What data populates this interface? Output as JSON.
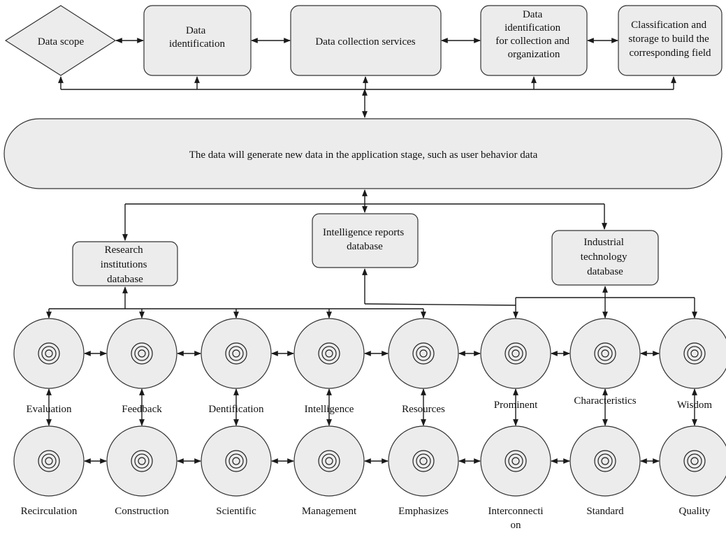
{
  "top_row": {
    "data_scope": "Data scope",
    "data_identification": [
      "Data",
      "identification"
    ],
    "data_collection_services": "Data collection services",
    "collection_organization": [
      "Data",
      "identification",
      "for collection and",
      "organization"
    ],
    "classification_storage": [
      "Classification and",
      "storage to build the",
      "corresponding field"
    ]
  },
  "application_stage": "The data will generate new data in the application stage, such as user behavior data",
  "databases": {
    "research": [
      "Research",
      "institutions",
      "database"
    ],
    "intelligence": [
      "Intelligence reports",
      "database"
    ],
    "industrial": [
      "Industrial",
      "technology",
      "database"
    ]
  },
  "row1_labels": [
    "Evaluation",
    "Feedback",
    "Dentification",
    "Intelligence",
    "Resources",
    "Prominent",
    "Characteristics",
    "Wisdom"
  ],
  "row2_labels": [
    "Recirculation",
    "Construction",
    "Scientific",
    "Management",
    "Emphasizes",
    "Interconnecti",
    "Standard",
    "Quality"
  ],
  "row2_wrap": "on",
  "colors": {
    "fill": "#ececec",
    "stroke": "#333333",
    "line": "#1a1a1a"
  }
}
